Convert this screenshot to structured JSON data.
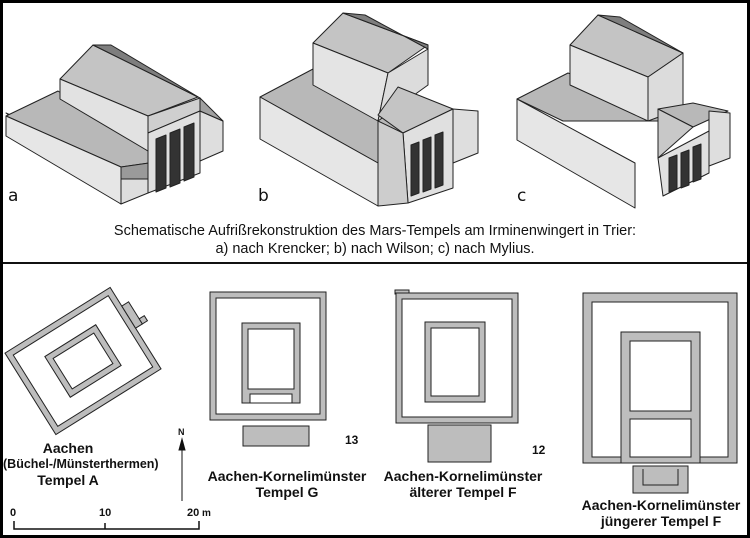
{
  "caption": {
    "line1": "Schematische Aufrißrekonstruktion des Mars-Tempels am Irminenwingert in Trier:",
    "line2": "a) nach Krencker; b) nach Wilson; c) nach Mylius."
  },
  "reconstructions": [
    {
      "letter": "a",
      "author": "Krencker"
    },
    {
      "letter": "b",
      "author": "Wilson"
    },
    {
      "letter": "c",
      "author": "Mylius"
    }
  ],
  "plans": [
    {
      "title": "Aachen",
      "subtitle": "(Büchel-/Münsterthermen)",
      "name": "Tempel A",
      "number": ""
    },
    {
      "title": "Aachen-Kornelimünster",
      "name": "Tempel G",
      "number": "13"
    },
    {
      "title": "Aachen-Kornelimünster",
      "name": "älterer Tempel F",
      "number": "12"
    },
    {
      "title": "Aachen-Kornelimünster",
      "name": "jüngerer Tempel F",
      "number": ""
    }
  ],
  "north_arrow": {
    "label": "N"
  },
  "scale_bar": {
    "ticks": [
      "0",
      "10",
      "20"
    ],
    "unit": "m"
  },
  "colors": {
    "wall_fill": "#bdbdbd",
    "roof_light": "#c8c8c8",
    "roof_dark": "#8a8a8a",
    "wall_light": "#e4e4e4",
    "outline": "#111111"
  }
}
